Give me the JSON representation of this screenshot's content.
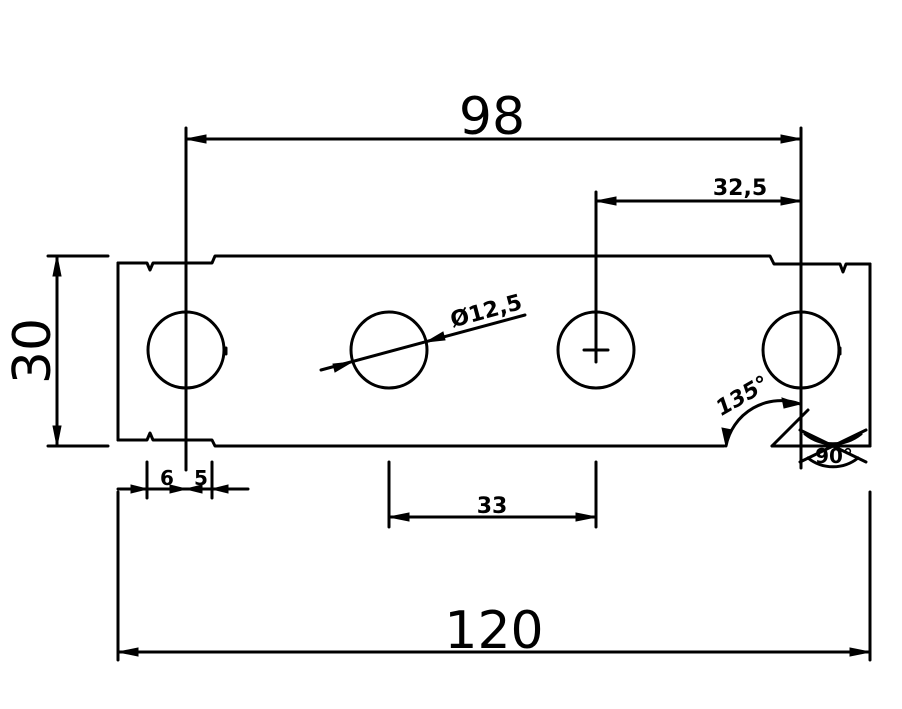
{
  "dimensions": {
    "overall_length": "120",
    "hole_span": "98",
    "edge_to_hole": "32,5",
    "hole_pitch": "33",
    "height": "30",
    "notch_a": "6",
    "notch_b": "5",
    "diameter": "Ø12,5",
    "angle_outer": "135°",
    "angle_inner": "90°"
  }
}
